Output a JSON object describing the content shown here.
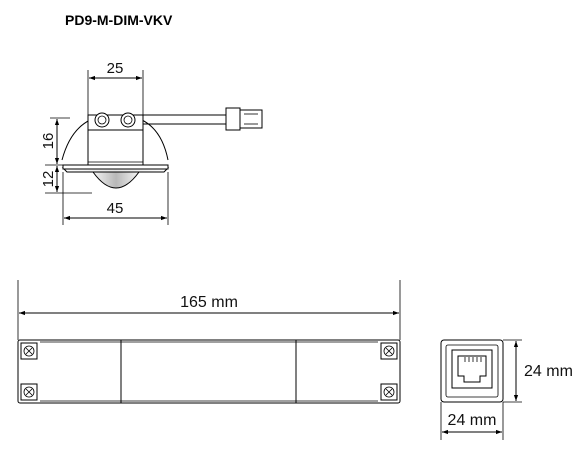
{
  "title": "PD9-M-DIM-VKV",
  "sensor": {
    "width_top": "25",
    "height_upper": "16",
    "height_lower": "12",
    "width_bottom": "45"
  },
  "module": {
    "length": "165 mm",
    "side_height": "24 mm",
    "side_width": "24 mm"
  },
  "colors": {
    "lens_light": "#f4f4f4",
    "lens_dark": "#b8b8b8",
    "cable": "#ffffff"
  }
}
